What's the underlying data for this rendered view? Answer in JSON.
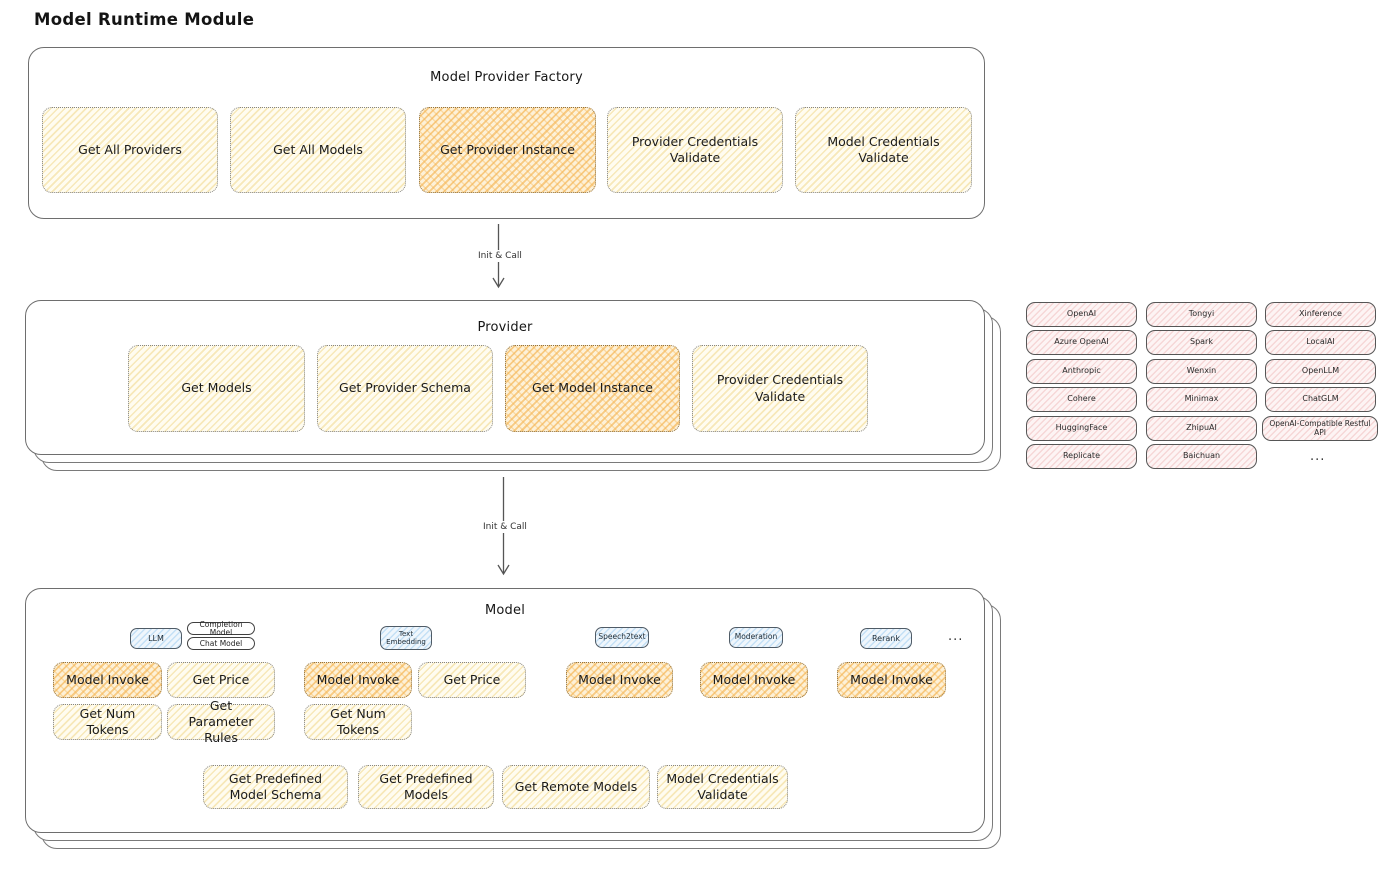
{
  "title": "Model Runtime Module",
  "arrows": {
    "first_label": "Init & Call",
    "second_label": "Init & Call"
  },
  "factory": {
    "title": "Model Provider Factory",
    "boxes": [
      {
        "label": "Get All Providers",
        "highlight": false
      },
      {
        "label": "Get All Models",
        "highlight": false
      },
      {
        "label": "Get Provider Instance",
        "highlight": true
      },
      {
        "label": "Provider Credentials Validate",
        "highlight": false
      },
      {
        "label": "Model Credentials Validate",
        "highlight": false
      }
    ]
  },
  "provider": {
    "title": "Provider",
    "boxes": [
      {
        "label": "Get Models",
        "highlight": false
      },
      {
        "label": "Get Provider Schema",
        "highlight": false
      },
      {
        "label": "Get Model Instance",
        "highlight": true
      },
      {
        "label": "Provider Credentials Validate",
        "highlight": false
      }
    ]
  },
  "providers_list": {
    "column1": [
      "OpenAI",
      "Azure OpenAI",
      "Anthropic",
      "Cohere",
      "HuggingFace",
      "Replicate"
    ],
    "column2": [
      "Tongyi",
      "Spark",
      "Wenxin",
      "Minimax",
      "ZhipuAI",
      "Baichuan"
    ],
    "column3": [
      "Xinference",
      "LocalAI",
      "OpenLLM",
      "ChatGLM",
      "OpenAI-Compatible Restful API"
    ],
    "more": "..."
  },
  "model": {
    "title": "Model",
    "tabs": {
      "llm": "LLM",
      "completion": "Completion Model",
      "chat": "Chat Model",
      "text_embedding": "Text Embedding",
      "speech2text": "Speech2text",
      "moderation": "Moderation",
      "rerank": "Rerank",
      "more": "..."
    },
    "llm": {
      "invoke": "Model Invoke",
      "get_price": "Get Price",
      "get_num_tokens": "Get Num Tokens",
      "get_parameter_rules": "Get Parameter Rules"
    },
    "text_embedding": {
      "invoke": "Model Invoke",
      "get_price": "Get Price",
      "get_num_tokens": "Get Num Tokens"
    },
    "speech2text": {
      "invoke": "Model Invoke"
    },
    "moderation": {
      "invoke": "Model Invoke"
    },
    "rerank": {
      "invoke": "Model Invoke"
    },
    "bottom": [
      "Get Predefined Model Schema",
      "Get Predefined Models",
      "Get Remote Models",
      "Model Credentials Validate"
    ]
  },
  "colors": {
    "yellow_fill": "#fffcf0",
    "orange_fill": "#fdf1d8",
    "pink_fill": "#fdf4f4",
    "blue_fill": "#eff6fc",
    "stroke": "#6e6e6e"
  }
}
